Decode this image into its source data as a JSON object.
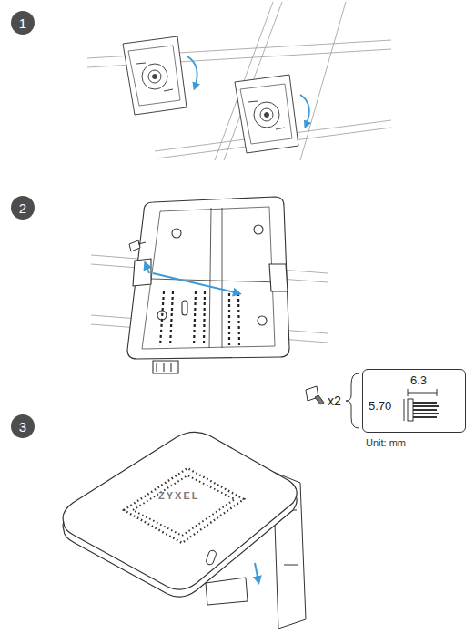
{
  "diagram": {
    "nodes": [
      {
        "text": [
          "1"
        ]
      },
      {
        "text": [
          "2"
        ]
      },
      {
        "text": [
          "3"
        ]
      },
      {
        "text": [
          "6.3",
          "5.70"
        ]
      }
    ],
    "labels": [
      "x2",
      "Unit: mm",
      "ZYXEL"
    ]
  }
}
